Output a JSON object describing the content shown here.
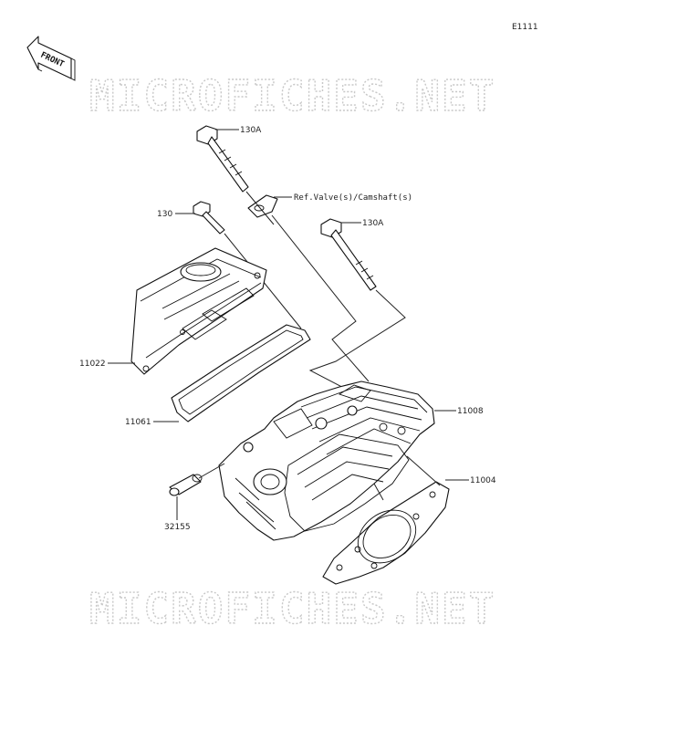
{
  "diagram_code": "E1111",
  "front_label": "FRONT",
  "watermark": "MICROFICHES.NET",
  "callouts": {
    "bolt_130A_top": "130A",
    "ref_valve": "Ref.Valve(s)/Camshaft(s)",
    "bolt_130A_right": "130A",
    "bolt_130": "130",
    "cover_11022": "11022",
    "gasket_11061": "11061",
    "head_11008": "11008",
    "gasket_11004": "11004",
    "pin_32155": "32155"
  }
}
